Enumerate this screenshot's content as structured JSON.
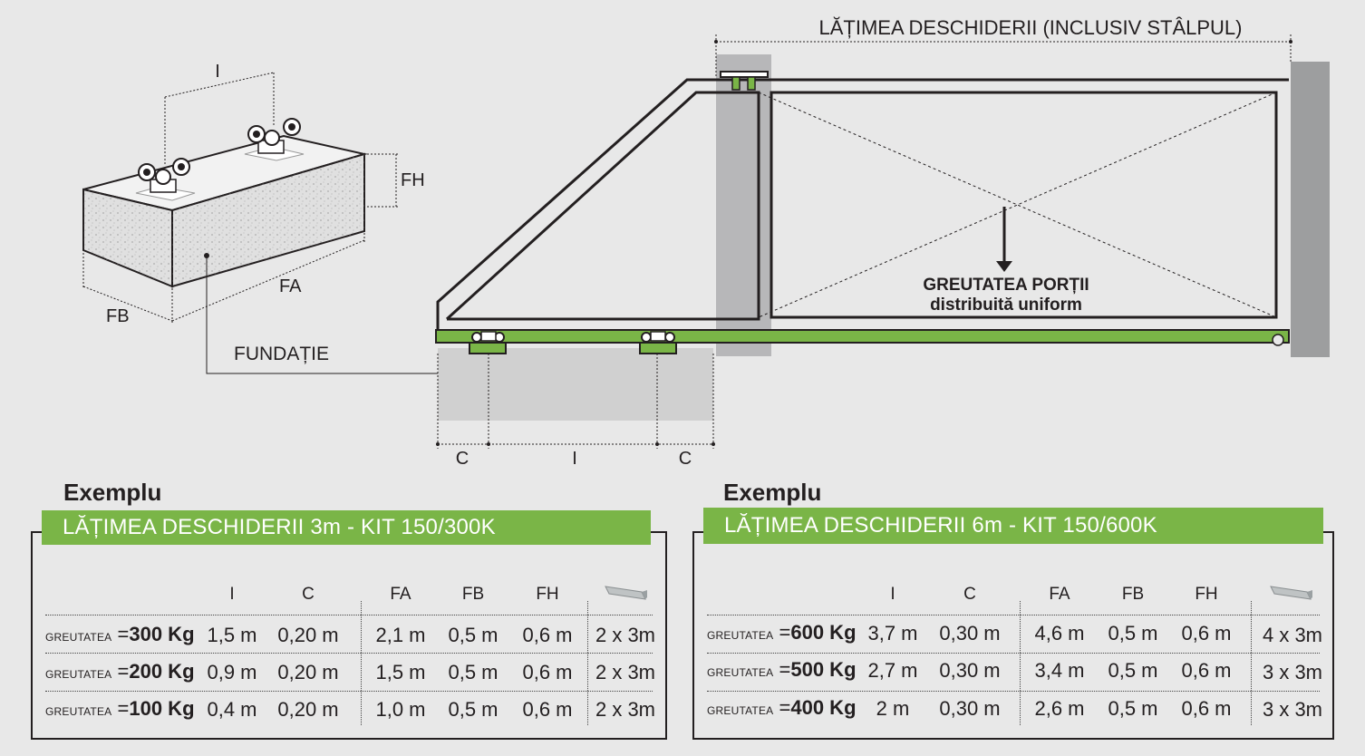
{
  "diagram": {
    "top_label": "LĂȚIMEA DESCHIDERII (INCLUSIV STÂLPUL)",
    "dim_I_top": "I",
    "dim_FH": "FH",
    "dim_FA": "FA",
    "dim_FB": "FB",
    "foundation_label": "FUNDAȚIE",
    "weight_label_line1": "GREUTATEA PORȚII",
    "weight_label_line2": "distribuită uniform",
    "dim_C_left": "C",
    "dim_I_bottom": "I",
    "dim_C_right": "C"
  },
  "colors": {
    "green": "#7ab547",
    "background": "#e8e8e8",
    "pillar": "#9d9e9f",
    "foundation": "#d0d0d0"
  },
  "columns": [
    "I",
    "C",
    "FA",
    "FB",
    "FH"
  ],
  "tables": [
    {
      "exemplu": "Exemplu",
      "title": "LĂȚIMEA DESCHIDERII 3m - KIT 150/300K",
      "rows": [
        {
          "label_small": "GREUTATEA",
          "eq": "=",
          "weight": "300 Kg",
          "I": "1,5 m",
          "C": "0,20 m",
          "FA": "2,1 m",
          "FB": "0,5 m",
          "FH": "0,6 m",
          "rail": "2 x 3m"
        },
        {
          "label_small": "GREUTATEA",
          "eq": "=",
          "weight": "200 Kg",
          "I": "0,9 m",
          "C": "0,20 m",
          "FA": "1,5 m",
          "FB": "0,5 m",
          "FH": "0,6 m",
          "rail": "2 x 3m"
        },
        {
          "label_small": "GREUTATEA",
          "eq": "=",
          "weight": "100 Kg",
          "I": "0,4 m",
          "C": "0,20 m",
          "FA": "1,0 m",
          "FB": "0,5 m",
          "FH": "0,6 m",
          "rail": "2 x 3m"
        }
      ]
    },
    {
      "exemplu": "Exemplu",
      "title": "LĂȚIMEA DESCHIDERII 6m - KIT 150/600K",
      "rows": [
        {
          "label_small": "GREUTATEA",
          "eq": "=",
          "weight": "600 Kg",
          "I": "3,7 m",
          "C": "0,30 m",
          "FA": "4,6 m",
          "FB": "0,5 m",
          "FH": "0,6 m",
          "rail": "4 x 3m"
        },
        {
          "label_small": "GREUTATEA",
          "eq": "=",
          "weight": "500 Kg",
          "I": "2,7 m",
          "C": "0,30 m",
          "FA": "3,4 m",
          "FB": "0,5 m",
          "FH": "0,6 m",
          "rail": "3 x 3m"
        },
        {
          "label_small": "GREUTATEA",
          "eq": "=",
          "weight": "400 Kg",
          "I": "2 m",
          "C": "0,30 m",
          "FA": "2,6 m",
          "FB": "0,5 m",
          "FH": "0,6 m",
          "rail": "3 x 3m"
        }
      ]
    }
  ]
}
